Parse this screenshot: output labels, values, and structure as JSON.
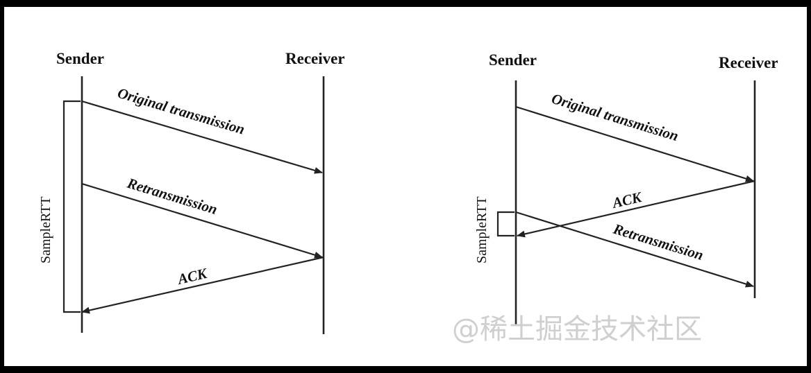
{
  "left": {
    "sender_label": "Sender",
    "receiver_label": "Receiver",
    "msg1": "Original transmission",
    "msg2": "Retransmission",
    "msg3": "ACK",
    "rtt_label": "SampleRTT"
  },
  "right": {
    "sender_label": "Sender",
    "receiver_label": "Receiver",
    "msg1": "Original transmission",
    "msg2": "ACK",
    "msg3": "Retransmission",
    "rtt_label": "SampleRTT"
  },
  "watermark": "@稀土掘金技术社区",
  "colors": {
    "background": "#ffffff",
    "ink": "#222222",
    "border": "#000000",
    "watermark": "#cfcfcf"
  }
}
